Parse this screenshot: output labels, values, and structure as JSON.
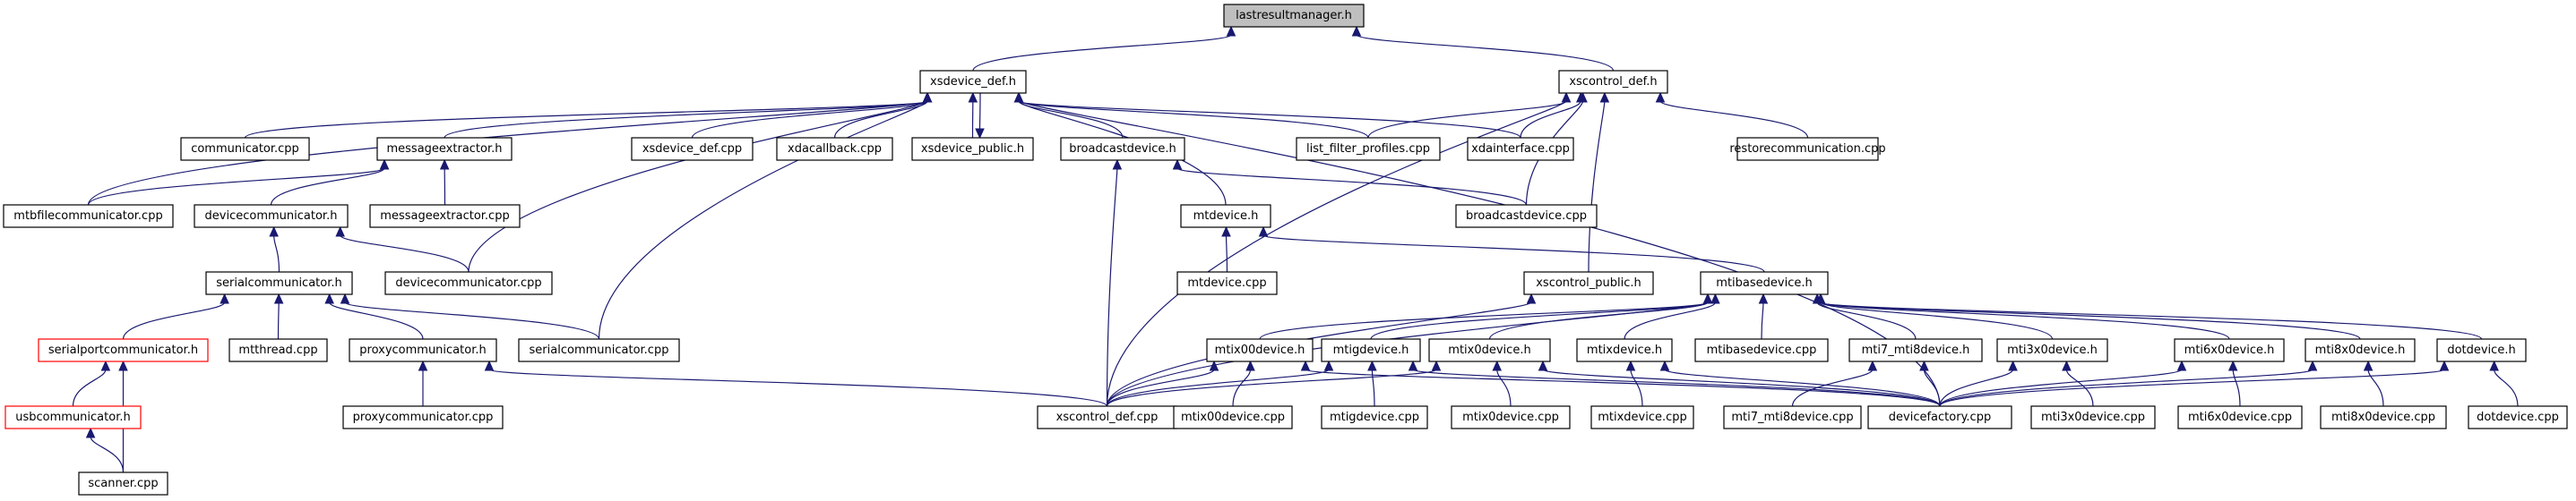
{
  "graph": {
    "title": "lastresultmanager.h include dependency graph",
    "colors": {
      "edge": "#191970",
      "root_fill": "#bfbfbf",
      "node_border": "#000000",
      "truncated_border": "#ff0000"
    },
    "nodes": [
      {
        "id": "lastresultmanager_h",
        "label": "lastresultmanager.h",
        "kind": "root"
      },
      {
        "id": "xsdevice_def_h",
        "label": "xsdevice_def.h"
      },
      {
        "id": "xscontrol_def_h",
        "label": "xscontrol_def.h"
      },
      {
        "id": "communicator_cpp",
        "label": "communicator.cpp"
      },
      {
        "id": "messageextractor_h",
        "label": "messageextractor.h"
      },
      {
        "id": "xsdevice_def_cpp",
        "label": "xsdevice_def.cpp"
      },
      {
        "id": "xdacallback_cpp",
        "label": "xdacallback.cpp"
      },
      {
        "id": "xsdevice_public_h",
        "label": "xsdevice_public.h"
      },
      {
        "id": "broadcastdevice_h",
        "label": "broadcastdevice.h"
      },
      {
        "id": "list_filter_profiles_cpp",
        "label": "list_filter_profiles.cpp"
      },
      {
        "id": "xdainterface_cpp",
        "label": "xdainterface.cpp"
      },
      {
        "id": "restorecommunication_cpp",
        "label": "restorecommunication.cpp"
      },
      {
        "id": "mtbfilecommunicator_cpp",
        "label": "mtbfilecommunicator.cpp"
      },
      {
        "id": "devicecommunicator_h",
        "label": "devicecommunicator.h"
      },
      {
        "id": "messageextractor_cpp",
        "label": "messageextractor.cpp"
      },
      {
        "id": "mtdevice_h",
        "label": "mtdevice.h"
      },
      {
        "id": "broadcastdevice_cpp",
        "label": "broadcastdevice.cpp"
      },
      {
        "id": "serialcommunicator_h",
        "label": "serialcommunicator.h"
      },
      {
        "id": "devicecommunicator_cpp",
        "label": "devicecommunicator.cpp"
      },
      {
        "id": "mtdevice_cpp",
        "label": "mtdevice.cpp"
      },
      {
        "id": "xscontrol_public_h",
        "label": "xscontrol_public.h"
      },
      {
        "id": "mtibasedevice_h",
        "label": "mtibasedevice.h"
      },
      {
        "id": "serialportcommunicator_h",
        "label": "serialportcommunicator.h",
        "kind": "truncated"
      },
      {
        "id": "mtthread_cpp",
        "label": "mtthread.cpp"
      },
      {
        "id": "proxycommunicator_h",
        "label": "proxycommunicator.h"
      },
      {
        "id": "serialcommunicator_cpp",
        "label": "serialcommunicator.cpp"
      },
      {
        "id": "mtix00device_h",
        "label": "mtix00device.h"
      },
      {
        "id": "mtigdevice_h",
        "label": "mtigdevice.h"
      },
      {
        "id": "mtix0device_h",
        "label": "mtix0device.h"
      },
      {
        "id": "mtixdevice_h",
        "label": "mtixdevice.h"
      },
      {
        "id": "mtibasedevice_cpp",
        "label": "mtibasedevice.cpp"
      },
      {
        "id": "mti7_mti8device_h",
        "label": "mti7_mti8device.h"
      },
      {
        "id": "mti3x0device_h",
        "label": "mti3x0device.h"
      },
      {
        "id": "mti6x0device_h",
        "label": "mti6x0device.h"
      },
      {
        "id": "mti8x0device_h",
        "label": "mti8x0device.h"
      },
      {
        "id": "dotdevice_h",
        "label": "dotdevice.h"
      },
      {
        "id": "usbcommunicator_h",
        "label": "usbcommunicator.h",
        "kind": "truncated"
      },
      {
        "id": "proxycommunicator_cpp",
        "label": "proxycommunicator.cpp"
      },
      {
        "id": "xscontrol_def_cpp",
        "label": "xscontrol_def.cpp"
      },
      {
        "id": "mtix00device_cpp",
        "label": "mtix00device.cpp"
      },
      {
        "id": "mtigdevice_cpp",
        "label": "mtigdevice.cpp"
      },
      {
        "id": "mtix0device_cpp",
        "label": "mtix0device.cpp"
      },
      {
        "id": "mtixdevice_cpp",
        "label": "mtixdevice.cpp"
      },
      {
        "id": "mti7_mti8device_cpp",
        "label": "mti7_mti8device.cpp"
      },
      {
        "id": "devicefactory_cpp",
        "label": "devicefactory.cpp"
      },
      {
        "id": "mti3x0device_cpp",
        "label": "mti3x0device.cpp"
      },
      {
        "id": "mti6x0device_cpp",
        "label": "mti6x0device.cpp"
      },
      {
        "id": "mti8x0device_cpp",
        "label": "mti8x0device.cpp"
      },
      {
        "id": "dotdevice_cpp",
        "label": "dotdevice.cpp"
      },
      {
        "id": "scanner_cpp",
        "label": "scanner.cpp"
      }
    ],
    "edges": [
      [
        "xsdevice_def_h",
        "lastresultmanager_h"
      ],
      [
        "xscontrol_def_h",
        "lastresultmanager_h"
      ],
      [
        "communicator_cpp",
        "xsdevice_def_h"
      ],
      [
        "messageextractor_h",
        "xsdevice_def_h"
      ],
      [
        "xsdevice_def_cpp",
        "xsdevice_def_h"
      ],
      [
        "xdacallback_cpp",
        "xsdevice_def_h"
      ],
      [
        "xsdevice_public_h",
        "xsdevice_def_h"
      ],
      [
        "xsdevice_def_h",
        "xsdevice_public_h"
      ],
      [
        "broadcastdevice_h",
        "xsdevice_def_h"
      ],
      [
        "list_filter_profiles_cpp",
        "xsdevice_def_h"
      ],
      [
        "xdainterface_cpp",
        "xsdevice_def_h"
      ],
      [
        "mtbfilecommunicator_cpp",
        "xsdevice_def_h"
      ],
      [
        "devicecommunicator_cpp",
        "xsdevice_def_h"
      ],
      [
        "serialcommunicator_cpp",
        "xsdevice_def_h"
      ],
      [
        "mtdevice_h",
        "xsdevice_def_h"
      ],
      [
        "devicefactory_cpp",
        "xsdevice_def_h"
      ],
      [
        "list_filter_profiles_cpp",
        "xscontrol_def_h"
      ],
      [
        "xdainterface_cpp",
        "xscontrol_def_h"
      ],
      [
        "restorecommunication_cpp",
        "xscontrol_def_h"
      ],
      [
        "broadcastdevice_cpp",
        "xscontrol_def_h"
      ],
      [
        "xscontrol_public_h",
        "xscontrol_def_h"
      ],
      [
        "xscontrol_def_cpp",
        "xscontrol_def_h"
      ],
      [
        "mtbfilecommunicator_cpp",
        "messageextractor_h"
      ],
      [
        "devicecommunicator_h",
        "messageextractor_h"
      ],
      [
        "messageextractor_cpp",
        "messageextractor_h"
      ],
      [
        "serialcommunicator_h",
        "devicecommunicator_h"
      ],
      [
        "devicecommunicator_cpp",
        "devicecommunicator_h"
      ],
      [
        "broadcastdevice_cpp",
        "broadcastdevice_h"
      ],
      [
        "xscontrol_def_cpp",
        "broadcastdevice_h"
      ],
      [
        "mtdevice_cpp",
        "mtdevice_h"
      ],
      [
        "mtibasedevice_h",
        "mtdevice_h"
      ],
      [
        "xscontrol_def_cpp",
        "xscontrol_public_h"
      ],
      [
        "serialportcommunicator_h",
        "serialcommunicator_h"
      ],
      [
        "mtthread_cpp",
        "serialcommunicator_h"
      ],
      [
        "proxycommunicator_h",
        "serialcommunicator_h"
      ],
      [
        "serialcommunicator_cpp",
        "serialcommunicator_h"
      ],
      [
        "usbcommunicator_h",
        "serialportcommunicator_h"
      ],
      [
        "scanner_cpp",
        "serialportcommunicator_h"
      ],
      [
        "scanner_cpp",
        "usbcommunicator_h"
      ],
      [
        "proxycommunicator_cpp",
        "proxycommunicator_h"
      ],
      [
        "xscontrol_def_cpp",
        "proxycommunicator_h"
      ],
      [
        "xscontrol_def_cpp",
        "mtibasedevice_h"
      ],
      [
        "mtix00device_h",
        "mtibasedevice_h"
      ],
      [
        "mtigdevice_h",
        "mtibasedevice_h"
      ],
      [
        "mtix0device_h",
        "mtibasedevice_h"
      ],
      [
        "mtixdevice_h",
        "mtibasedevice_h"
      ],
      [
        "mtibasedevice_cpp",
        "mtibasedevice_h"
      ],
      [
        "mti7_mti8device_h",
        "mtibasedevice_h"
      ],
      [
        "mti3x0device_h",
        "mtibasedevice_h"
      ],
      [
        "mti6x0device_h",
        "mtibasedevice_h"
      ],
      [
        "mti8x0device_h",
        "mtibasedevice_h"
      ],
      [
        "dotdevice_h",
        "mtibasedevice_h"
      ],
      [
        "xscontrol_def_cpp",
        "mtix00device_h"
      ],
      [
        "mtix00device_cpp",
        "mtix00device_h"
      ],
      [
        "devicefactory_cpp",
        "mtix00device_h"
      ],
      [
        "xscontrol_def_cpp",
        "mtigdevice_h"
      ],
      [
        "mtigdevice_cpp",
        "mtigdevice_h"
      ],
      [
        "devicefactory_cpp",
        "mtigdevice_h"
      ],
      [
        "xscontrol_def_cpp",
        "mtix0device_h"
      ],
      [
        "mtix0device_cpp",
        "mtix0device_h"
      ],
      [
        "devicefactory_cpp",
        "mtix0device_h"
      ],
      [
        "mtixdevice_cpp",
        "mtixdevice_h"
      ],
      [
        "devicefactory_cpp",
        "mtixdevice_h"
      ],
      [
        "mti7_mti8device_cpp",
        "mti7_mti8device_h"
      ],
      [
        "devicefactory_cpp",
        "mti7_mti8device_h"
      ],
      [
        "devicefactory_cpp",
        "mti3x0device_h"
      ],
      [
        "mti3x0device_cpp",
        "mti3x0device_h"
      ],
      [
        "devicefactory_cpp",
        "mti6x0device_h"
      ],
      [
        "mti6x0device_cpp",
        "mti6x0device_h"
      ],
      [
        "devicefactory_cpp",
        "mti8x0device_h"
      ],
      [
        "mti8x0device_cpp",
        "mti8x0device_h"
      ],
      [
        "devicefactory_cpp",
        "dotdevice_h"
      ],
      [
        "dotdevice_cpp",
        "dotdevice_h"
      ]
    ]
  }
}
